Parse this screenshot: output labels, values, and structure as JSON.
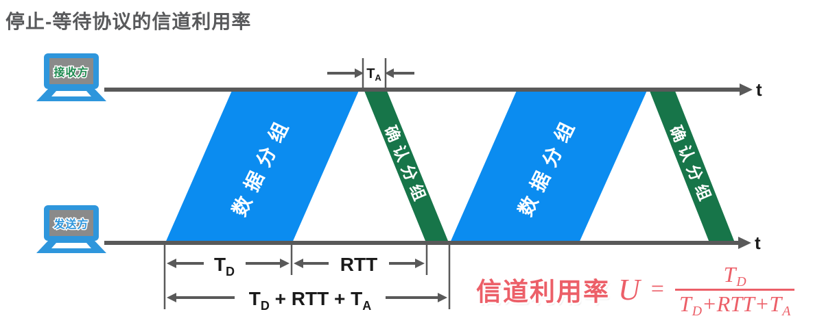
{
  "title": "停止-等待协议的信道利用率",
  "colors": {
    "data_blue": "#0b8cf0",
    "ack_green": "#177549",
    "line_gray": "#595959",
    "label_black": "#1a1a1a",
    "formula_red": "#ec5f68",
    "laptop_blue": "#2e96dc",
    "screen_gray": "#8a8a8a",
    "receiver_text_green": "#1e8a50"
  },
  "actors": {
    "receiver": "接收方",
    "sender": "发送方"
  },
  "axis": {
    "top_label": "t",
    "bottom_label": "t"
  },
  "packets": {
    "data1": "数据分组",
    "ack1": "确认分组",
    "data2": "数据分组",
    "ack2": "确认分组"
  },
  "annotations": {
    "ta": {
      "main": "T",
      "sub": "A"
    },
    "td": {
      "main": "T",
      "sub": "D"
    },
    "rtt": "RTT",
    "total": {
      "t1": "T",
      "s1": "D",
      "mid": " + RTT + ",
      "t2": "T",
      "s2": "A"
    }
  },
  "formula": {
    "label": "信道利用率",
    "var": "U",
    "equals": "=",
    "num": {
      "main": "T",
      "sub": "D"
    },
    "den": {
      "t1": "T",
      "s1": "D",
      "p1": "+",
      "rtt": "RTT",
      "p2": "+",
      "t2": "T",
      "s2": "A"
    }
  }
}
